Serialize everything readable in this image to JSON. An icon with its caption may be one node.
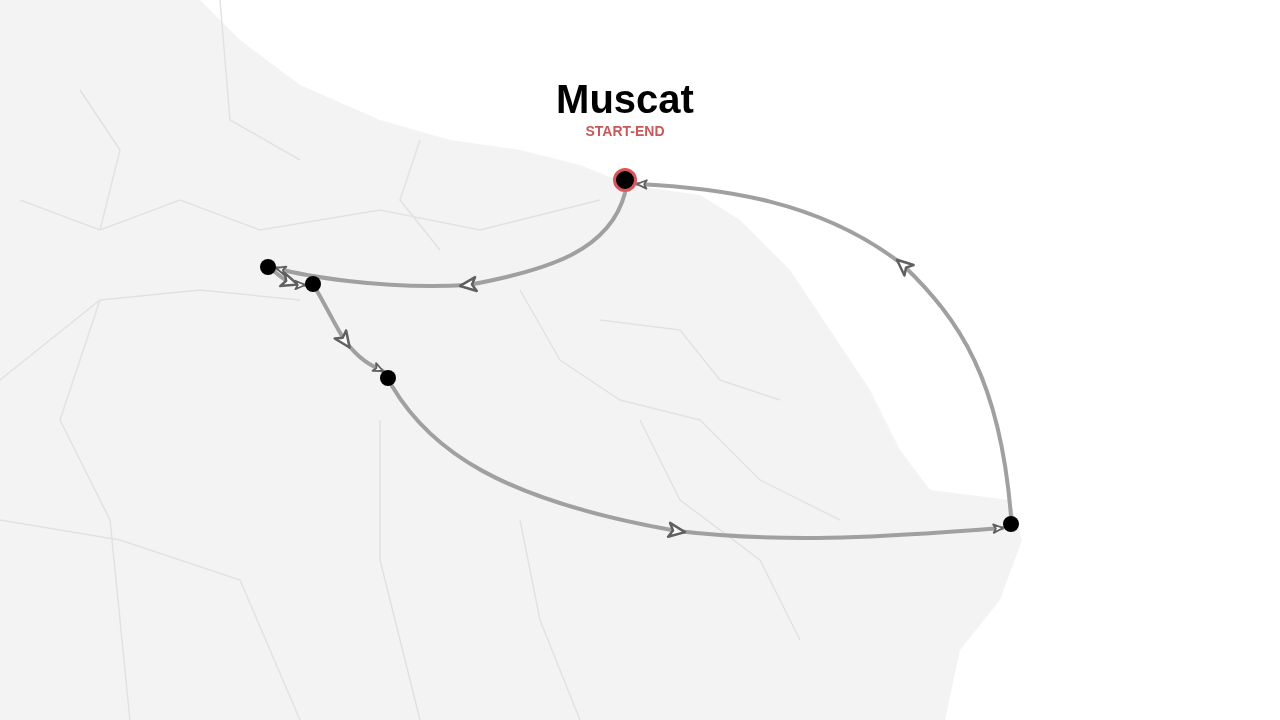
{
  "diagram": {
    "nodes": [
      {
        "text": [
          "Muscat",
          "START-END"
        ]
      },
      {
        "text": [],
        "shape": "circle"
      },
      {
        "text": [],
        "shape": "circle"
      },
      {
        "text": [],
        "shape": "circle"
      },
      {
        "text": [],
        "shape": "circle"
      }
    ],
    "edges": [
      {
        "from": 0,
        "to": 1,
        "arrow": "to"
      },
      {
        "from": 1,
        "to": 2,
        "arrow": "to"
      },
      {
        "from": 2,
        "to": 3,
        "arrow": "to"
      },
      {
        "from": 3,
        "to": 4,
        "arrow": "to"
      },
      {
        "from": 4,
        "to": 0,
        "arrow": "to"
      }
    ]
  }
}
